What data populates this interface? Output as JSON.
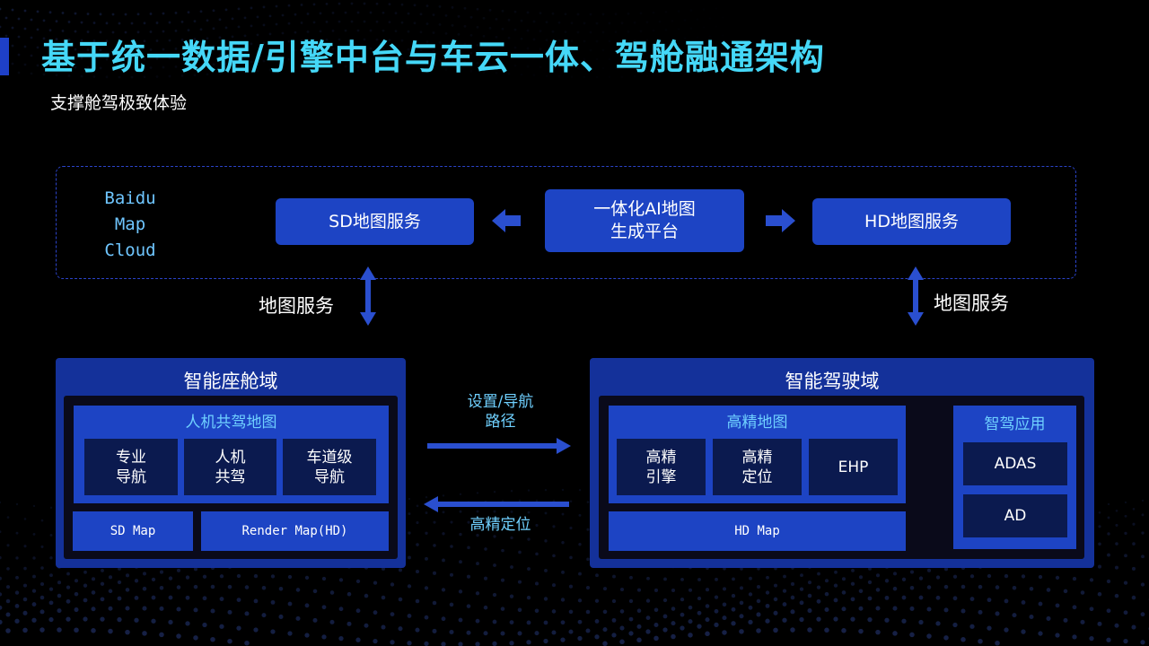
{
  "header": {
    "title": "基于统一数据/引擎中台与车云一体、驾舱融通架构",
    "subtitle": "支撑舱驾极致体验"
  },
  "cloud": {
    "label_lines": [
      "Baidu",
      "Map",
      "Cloud"
    ],
    "sd_service": "SD地图服务",
    "ai_platform_lines": [
      "一体化AI地图",
      "生成平台"
    ],
    "hd_service": "HD地图服务"
  },
  "connectors": {
    "left_label": "地图服务",
    "right_label": "地图服务",
    "to_driving_lines": [
      "设置/导航",
      "路径"
    ],
    "to_cockpit_label": "高精定位"
  },
  "cockpit": {
    "title": "智能座舱域",
    "panel_title": "人机共驾地图",
    "cells": [
      {
        "lines": [
          "专业",
          "导航"
        ]
      },
      {
        "lines": [
          "人机",
          "共驾"
        ]
      },
      {
        "lines": [
          "车道级",
          "导航"
        ]
      }
    ],
    "sd_map": "SD Map",
    "render_map": "Render Map(HD)"
  },
  "driving": {
    "title": "智能驾驶域",
    "panel_title": "高精地图",
    "cells": [
      {
        "lines": [
          "高精",
          "引擎"
        ]
      },
      {
        "lines": [
          "高精",
          "定位"
        ]
      },
      {
        "lines": [
          "EHP"
        ]
      }
    ],
    "hd_map": "HD Map",
    "app_title": "智驾应用",
    "apps": [
      "ADAS",
      "AD"
    ]
  },
  "colors": {
    "accent_cyan": "#45d8f8",
    "box_blue": "#1d44c4",
    "domain_blue": "#14319a",
    "cell_navy": "#0b1a4f",
    "arrow_blue": "#2a4fcf"
  }
}
